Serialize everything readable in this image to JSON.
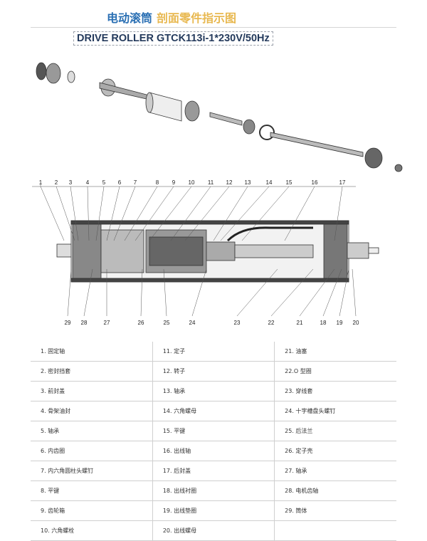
{
  "title": {
    "part1": "电动滚筒",
    "part2": "剖面零件指示图"
  },
  "model": "DRIVE ROLLER GTCK113i-1*230V/50Hz",
  "callouts_top": [
    "1",
    "2",
    "3",
    "4",
    "5",
    "6",
    "7",
    "8",
    "9",
    "10",
    "11",
    "12",
    "13",
    "14",
    "15",
    "16",
    "17"
  ],
  "callouts_bottom": [
    "29",
    "28",
    "27",
    "26",
    "25",
    "24",
    "23",
    "22",
    "21",
    "18",
    "19",
    "20"
  ],
  "parts": [
    [
      "1. 固定轴",
      "11. 定子",
      "21. 油塞"
    ],
    [
      "2. 密封挡套",
      "12. 转子",
      "22.O 型圈"
    ],
    [
      "3. 前封盖",
      "13. 轴承",
      "23. 穿线套"
    ],
    [
      "4. 骨架油封",
      "14. 六角螺母",
      "24. 十字槽盘头螺钉"
    ],
    [
      "5. 轴承",
      "15. 平键",
      "25. 后法兰"
    ],
    [
      "6. 内齿圈",
      "16. 出线轴",
      "26. 定子壳"
    ],
    [
      "7. 内六角圆柱头螺钉",
      "17. 后封盖",
      "27. 轴承"
    ],
    [
      "8. 平键",
      "18. 出线衬圈",
      "28. 电机齿轴"
    ],
    [
      "9. 齿轮箱",
      "19. 出线垫圈",
      "29. 筒体"
    ],
    [
      "10. 六角螺栓",
      "20. 出线螺母",
      ""
    ]
  ]
}
